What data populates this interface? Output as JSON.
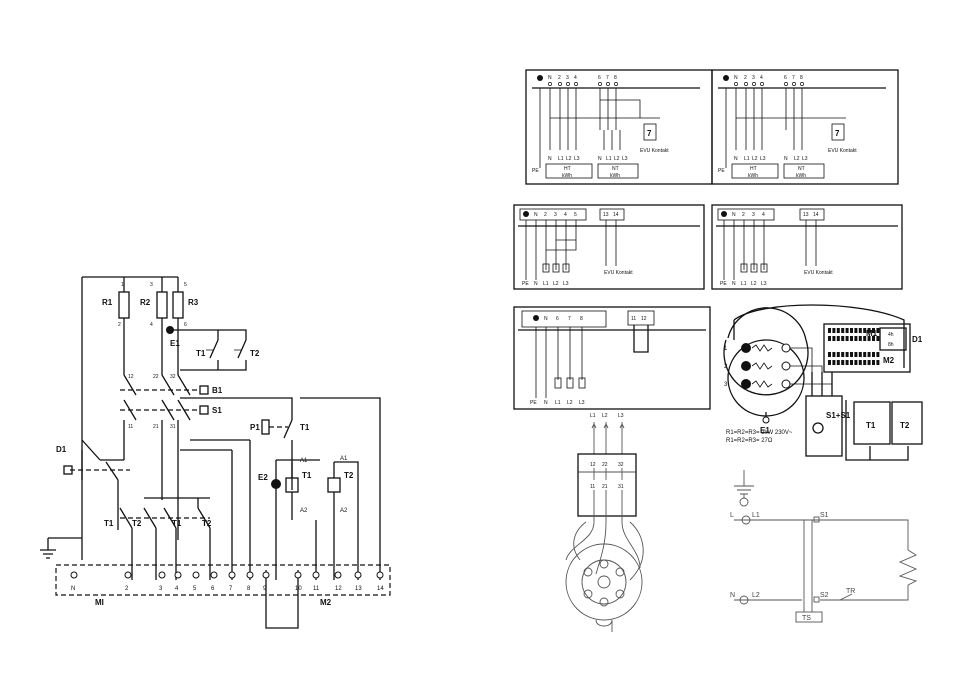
{
  "left_schematic": {
    "resistors": [
      "R1",
      "R2",
      "R3"
    ],
    "top_terminals": [
      "1",
      "3",
      "5"
    ],
    "bottom_terminals": [
      "2",
      "4",
      "6"
    ],
    "e1": "E1",
    "b1": "B1",
    "s1": "S1",
    "p1": "P1",
    "d1": "D1",
    "e2": "E2",
    "t1": "T1",
    "t2": "T2",
    "a1": "A1",
    "a2": "A2",
    "contact_12": "12",
    "contact_22": "22",
    "contact_32": "32",
    "contact_11": "11",
    "contact_21": "21",
    "contact_31": "31",
    "strip_terminals": [
      "N",
      "2",
      "3",
      "4",
      "5",
      "6",
      "7",
      "8",
      "9",
      "10",
      "11",
      "12",
      "13",
      "14"
    ],
    "m1": "MI",
    "m2": "M2"
  },
  "wiring_top_a": {
    "terminals": [
      "N",
      "2",
      "3",
      "4",
      "6",
      "7",
      "8"
    ],
    "bottom_left": [
      "N",
      "L1",
      "L2",
      "L3"
    ],
    "bottom_right": [
      "N",
      "L1",
      "L2",
      "L3"
    ],
    "pe": "PE",
    "ht": "HT",
    "nt": "NT",
    "kwh": "kWh",
    "evu": "EVU Kontakt",
    "relay": "7"
  },
  "wiring_top_b": {
    "terminals": [
      "N",
      "2",
      "3",
      "4",
      "6",
      "7",
      "8"
    ],
    "bottom_left": [
      "N",
      "L1",
      "L2",
      "L3"
    ],
    "bottom_right": [
      "N",
      "L2",
      "L3"
    ],
    "pe": "PE",
    "ht": "HT",
    "nt": "NT",
    "kwh": "kWh",
    "evu": "EVU Kontakt",
    "relay": "7"
  },
  "wiring_mid_a": {
    "terminals": [
      "N",
      "2",
      "3",
      "4",
      "5"
    ],
    "evu_terminals": [
      "13",
      "14"
    ],
    "bottom": [
      "PE",
      "N",
      "L1",
      "L2",
      "L3"
    ],
    "evu": "EVU Kontakt"
  },
  "wiring_mid_b": {
    "terminals": [
      "N",
      "2",
      "3",
      "4"
    ],
    "evu_terminals": [
      "13",
      "14"
    ],
    "bottom": [
      "PE",
      "N",
      "L1",
      "L2",
      "L3"
    ],
    "evu": "EVU Kontakt"
  },
  "wiring_small": {
    "terminals": [
      "N",
      "6",
      "7",
      "8"
    ],
    "evu_terminals": [
      "11",
      "12"
    ],
    "bottom": [
      "PE",
      "N",
      "L1",
      "L2",
      "L3"
    ]
  },
  "component_layout": {
    "m1": "M1",
    "m2": "M2",
    "d1": "D1",
    "t1": "T1",
    "t2": "T2",
    "e1": "E1",
    "s1": "S1+S1",
    "timer_4h": "4h",
    "timer_8h": "8h",
    "row_labels": [
      "1",
      "2",
      "3"
    ],
    "note_line1": "R1=R2=R3= 2kW 230V~",
    "note_line2": "R1=R2=R3= 27Ω"
  },
  "heater_element": {
    "lines": [
      "L1",
      "L2",
      "L3"
    ],
    "top_contacts": [
      "12",
      "22",
      "32"
    ],
    "bottom_contacts": [
      "11",
      "21",
      "31"
    ]
  },
  "single_phase": {
    "l": "L",
    "l1": "L1",
    "s1": "S1",
    "n": "N",
    "l2": "L2",
    "s2": "S2",
    "tr": "TR",
    "ts": "TS"
  }
}
